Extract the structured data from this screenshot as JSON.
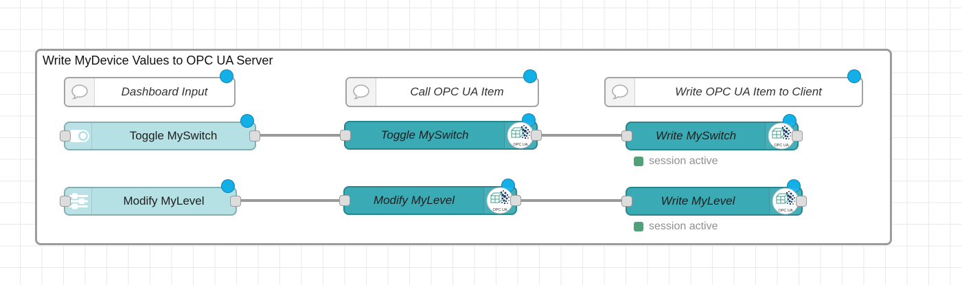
{
  "group": {
    "title": "Write MyDevice Values to OPC UA Server"
  },
  "comments": [
    {
      "label": "Dashboard Input"
    },
    {
      "label": "Call OPC UA Item"
    },
    {
      "label": "Write OPC UA Item to Client"
    }
  ],
  "nodes": [
    {
      "label": "Toggle MySwitch"
    },
    {
      "label": "Toggle MySwitch"
    },
    {
      "label": "Write MySwitch",
      "status": "session active"
    },
    {
      "label": "Modify MyLevel"
    },
    {
      "label": "Modify MyLevel"
    },
    {
      "label": "Write MyLevel",
      "status": "session active"
    }
  ],
  "opcua_icon_label": "OPC UA",
  "colors": {
    "node_light": "#b5e0e4",
    "node_teal": "#3aabb5",
    "wire": "#999999",
    "changed_badge": "#13b0e8",
    "status_green": "#52a077",
    "group_border": "#9c9c9c",
    "grid_line": "#e9e9e9"
  }
}
